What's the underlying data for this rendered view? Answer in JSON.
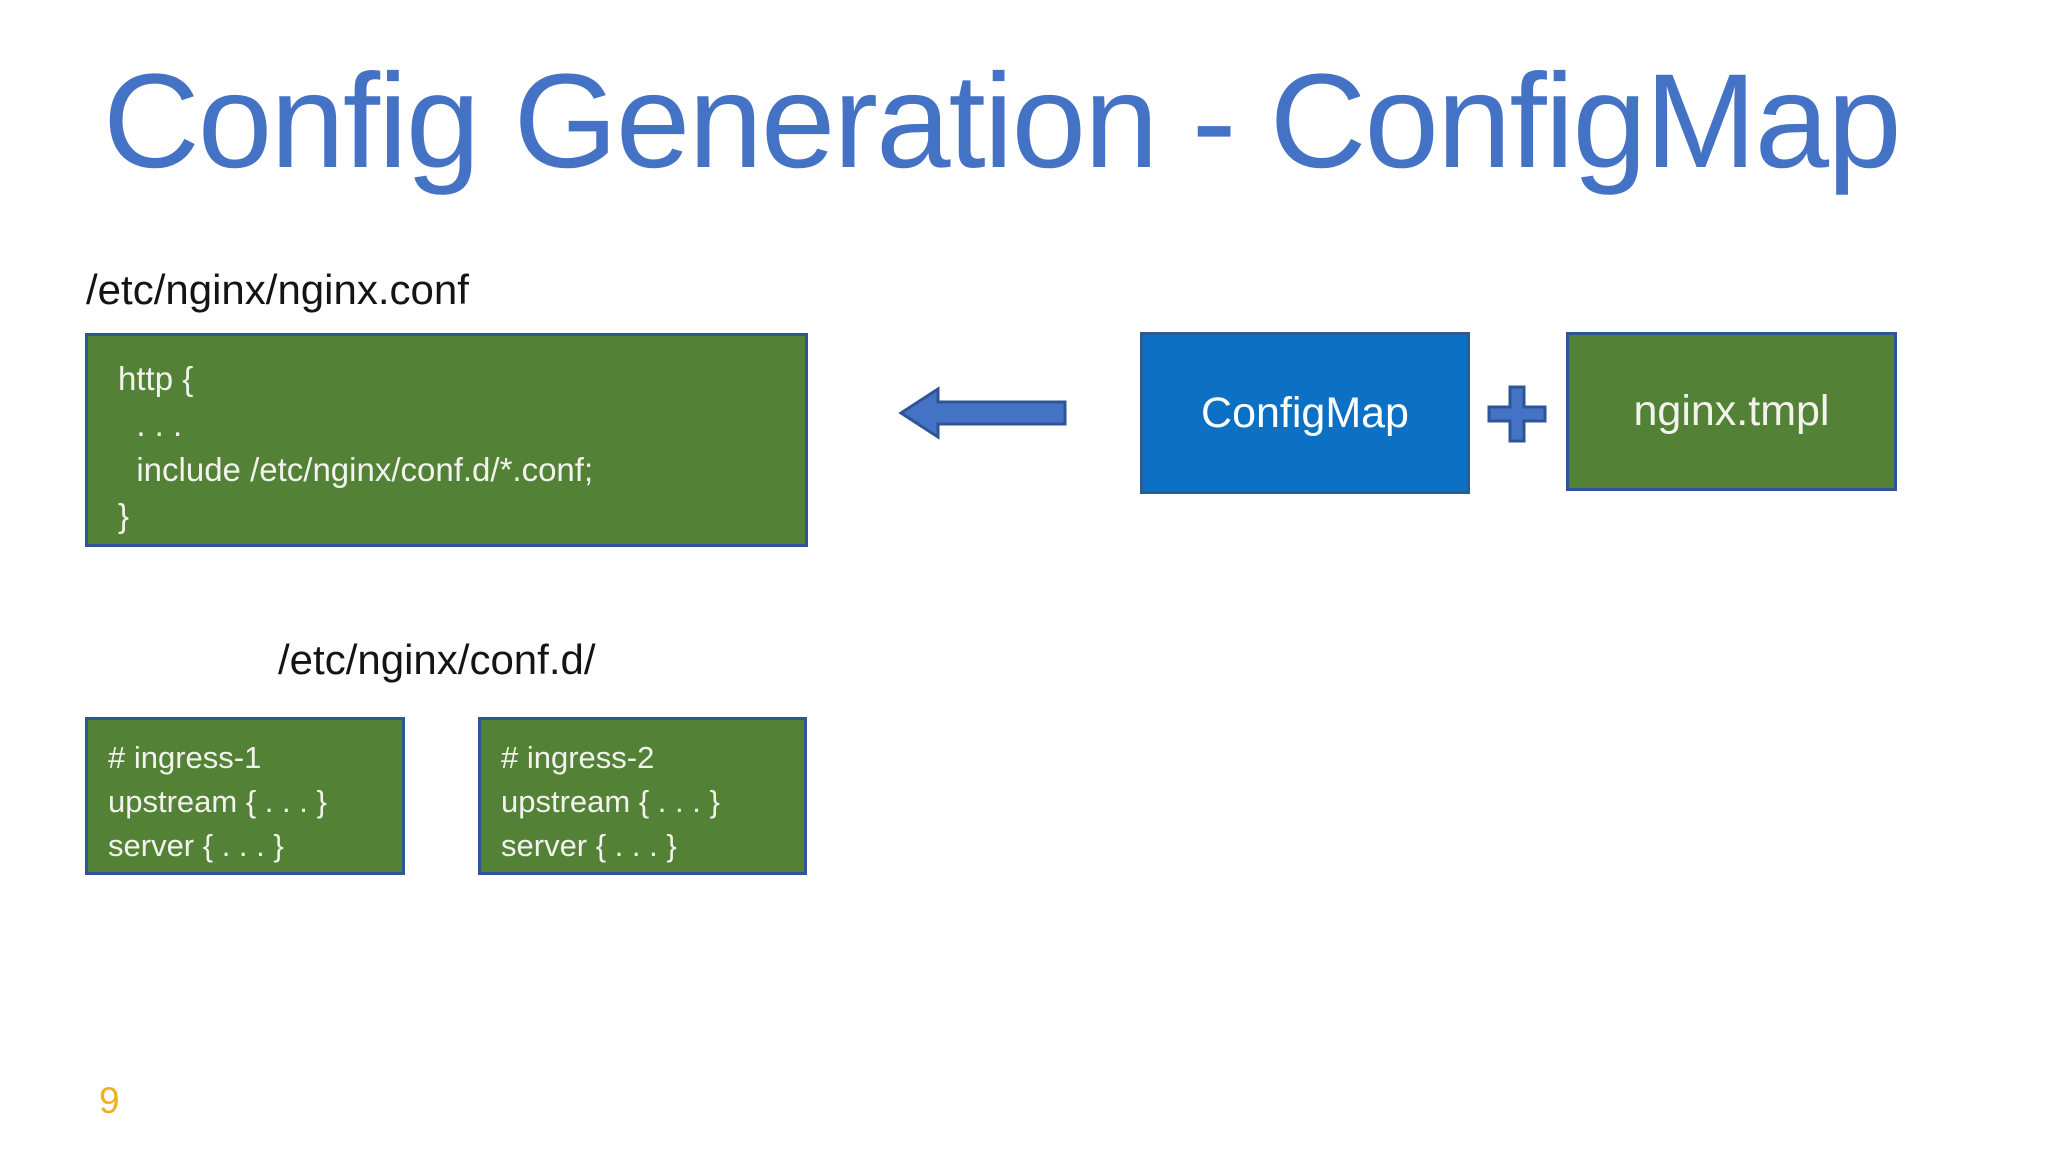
{
  "slide": {
    "title": "Config Generation - ConfigMap",
    "page_number": "9"
  },
  "labels": {
    "nginx_conf_path": "/etc/nginx/nginx.conf",
    "conf_d_path": "/etc/nginx/conf.d/"
  },
  "boxes": {
    "nginx_conf": {
      "lines": [
        "http {",
        "  . . .",
        "  include /etc/nginx/conf.d/*.conf;",
        "}"
      ]
    },
    "configmap": {
      "label": "ConfigMap"
    },
    "nginx_tmpl": {
      "label": "nginx.tmpl"
    },
    "ingress_1": {
      "lines": [
        "# ingress-1",
        "upstream { . . . }",
        "server { . . . }"
      ]
    },
    "ingress_2": {
      "lines": [
        "# ingress-2",
        "upstream { . . . }",
        "server { . . . }"
      ]
    }
  },
  "icons": {
    "arrow": "left-block-arrow",
    "plus": "plus-sign"
  },
  "colors": {
    "title_blue": "#4472C4",
    "box_green": "#538135",
    "box_blue": "#0C70C4",
    "box_border_navy": "#2F5597",
    "shape_blue": "#4472C4",
    "page_number_gold": "#EDB01E"
  }
}
